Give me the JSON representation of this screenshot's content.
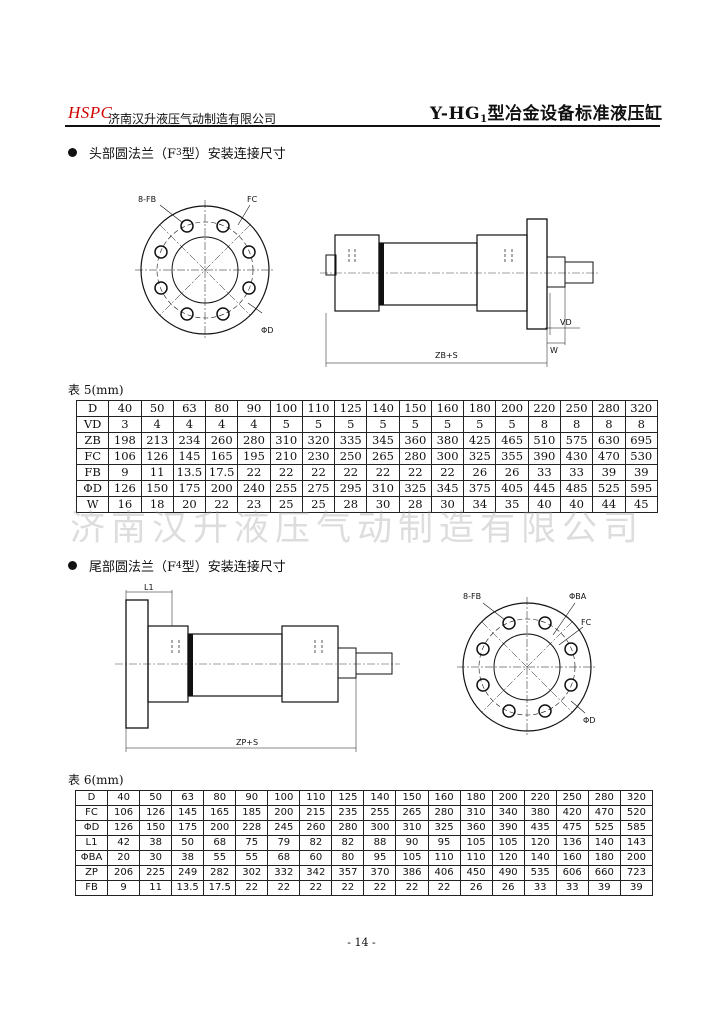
{
  "header": {
    "logo_text": "HSPC",
    "company": "济南汉升液压气动制造有限公司",
    "title_prefix": "Y-HG",
    "title_subscript": "1",
    "title_suffix": "型冶金设备标准液压缸"
  },
  "section1": {
    "title_before": "头部圆法兰（F",
    "title_sub": "3",
    "title_after": "型）安装连接尺寸",
    "labels": {
      "fb": "8-FB",
      "fc": "FC",
      "phi_d": "ΦD",
      "vd": "VD",
      "w": "W",
      "zb": "ZB+S"
    }
  },
  "table5": {
    "caption": "表 5(mm)",
    "rows": [
      [
        "D",
        "40",
        "50",
        "63",
        "80",
        "90",
        "100",
        "110",
        "125",
        "140",
        "150",
        "160",
        "180",
        "200",
        "220",
        "250",
        "280",
        "320"
      ],
      [
        "VD",
        "3",
        "4",
        "4",
        "4",
        "4",
        "5",
        "5",
        "5",
        "5",
        "5",
        "5",
        "5",
        "5",
        "8",
        "8",
        "8",
        "8"
      ],
      [
        "ZB",
        "198",
        "213",
        "234",
        "260",
        "280",
        "310",
        "320",
        "335",
        "345",
        "360",
        "380",
        "425",
        "465",
        "510",
        "575",
        "630",
        "695"
      ],
      [
        "FC",
        "106",
        "126",
        "145",
        "165",
        "195",
        "210",
        "230",
        "250",
        "265",
        "280",
        "300",
        "325",
        "355",
        "390",
        "430",
        "470",
        "530"
      ],
      [
        "FB",
        "9",
        "11",
        "13.5",
        "17.5",
        "22",
        "22",
        "22",
        "22",
        "22",
        "22",
        "22",
        "26",
        "26",
        "33",
        "33",
        "39",
        "39"
      ],
      [
        "ΦD",
        "126",
        "150",
        "175",
        "200",
        "240",
        "255",
        "275",
        "295",
        "310",
        "325",
        "345",
        "375",
        "405",
        "445",
        "485",
        "525",
        "595"
      ],
      [
        "W",
        "16",
        "18",
        "20",
        "22",
        "23",
        "25",
        "25",
        "28",
        "30",
        "28",
        "30",
        "34",
        "35",
        "40",
        "40",
        "44",
        "45"
      ]
    ]
  },
  "watermark": "济南汉升液压气动制造有限公司",
  "section2": {
    "title_before": "尾部圆法兰（F",
    "title_sub": "4",
    "title_after": "型）安装连接尺寸",
    "labels": {
      "l1": "L1",
      "zp": "ZP+S",
      "fb": "8-FB",
      "phi_ba": "ΦBA",
      "fc": "FC",
      "phi_d": "ΦD"
    }
  },
  "table6": {
    "caption": "表 6(mm)",
    "rows": [
      [
        "D",
        "40",
        "50",
        "63",
        "80",
        "90",
        "100",
        "110",
        "125",
        "140",
        "150",
        "160",
        "180",
        "200",
        "220",
        "250",
        "280",
        "320"
      ],
      [
        "FC",
        "106",
        "126",
        "145",
        "165",
        "185",
        "200",
        "215",
        "235",
        "255",
        "265",
        "280",
        "310",
        "340",
        "380",
        "420",
        "470",
        "520"
      ],
      [
        "ΦD",
        "126",
        "150",
        "175",
        "200",
        "228",
        "245",
        "260",
        "280",
        "300",
        "310",
        "325",
        "360",
        "390",
        "435",
        "475",
        "525",
        "585"
      ],
      [
        "L1",
        "42",
        "38",
        "50",
        "68",
        "75",
        "79",
        "82",
        "82",
        "88",
        "90",
        "95",
        "105",
        "105",
        "120",
        "136",
        "140",
        "143"
      ],
      [
        "ΦBA",
        "20",
        "30",
        "38",
        "55",
        "55",
        "68",
        "60",
        "80",
        "95",
        "105",
        "110",
        "110",
        "120",
        "140",
        "160",
        "180",
        "200"
      ],
      [
        "ZP",
        "206",
        "225",
        "249",
        "282",
        "302",
        "332",
        "342",
        "357",
        "370",
        "386",
        "406",
        "450",
        "490",
        "535",
        "606",
        "660",
        "723"
      ],
      [
        "FB",
        "9",
        "11",
        "13.5",
        "17.5",
        "22",
        "22",
        "22",
        "22",
        "22",
        "22",
        "22",
        "26",
        "26",
        "33",
        "33",
        "39",
        "39"
      ]
    ]
  },
  "page_number": "- 14 -"
}
